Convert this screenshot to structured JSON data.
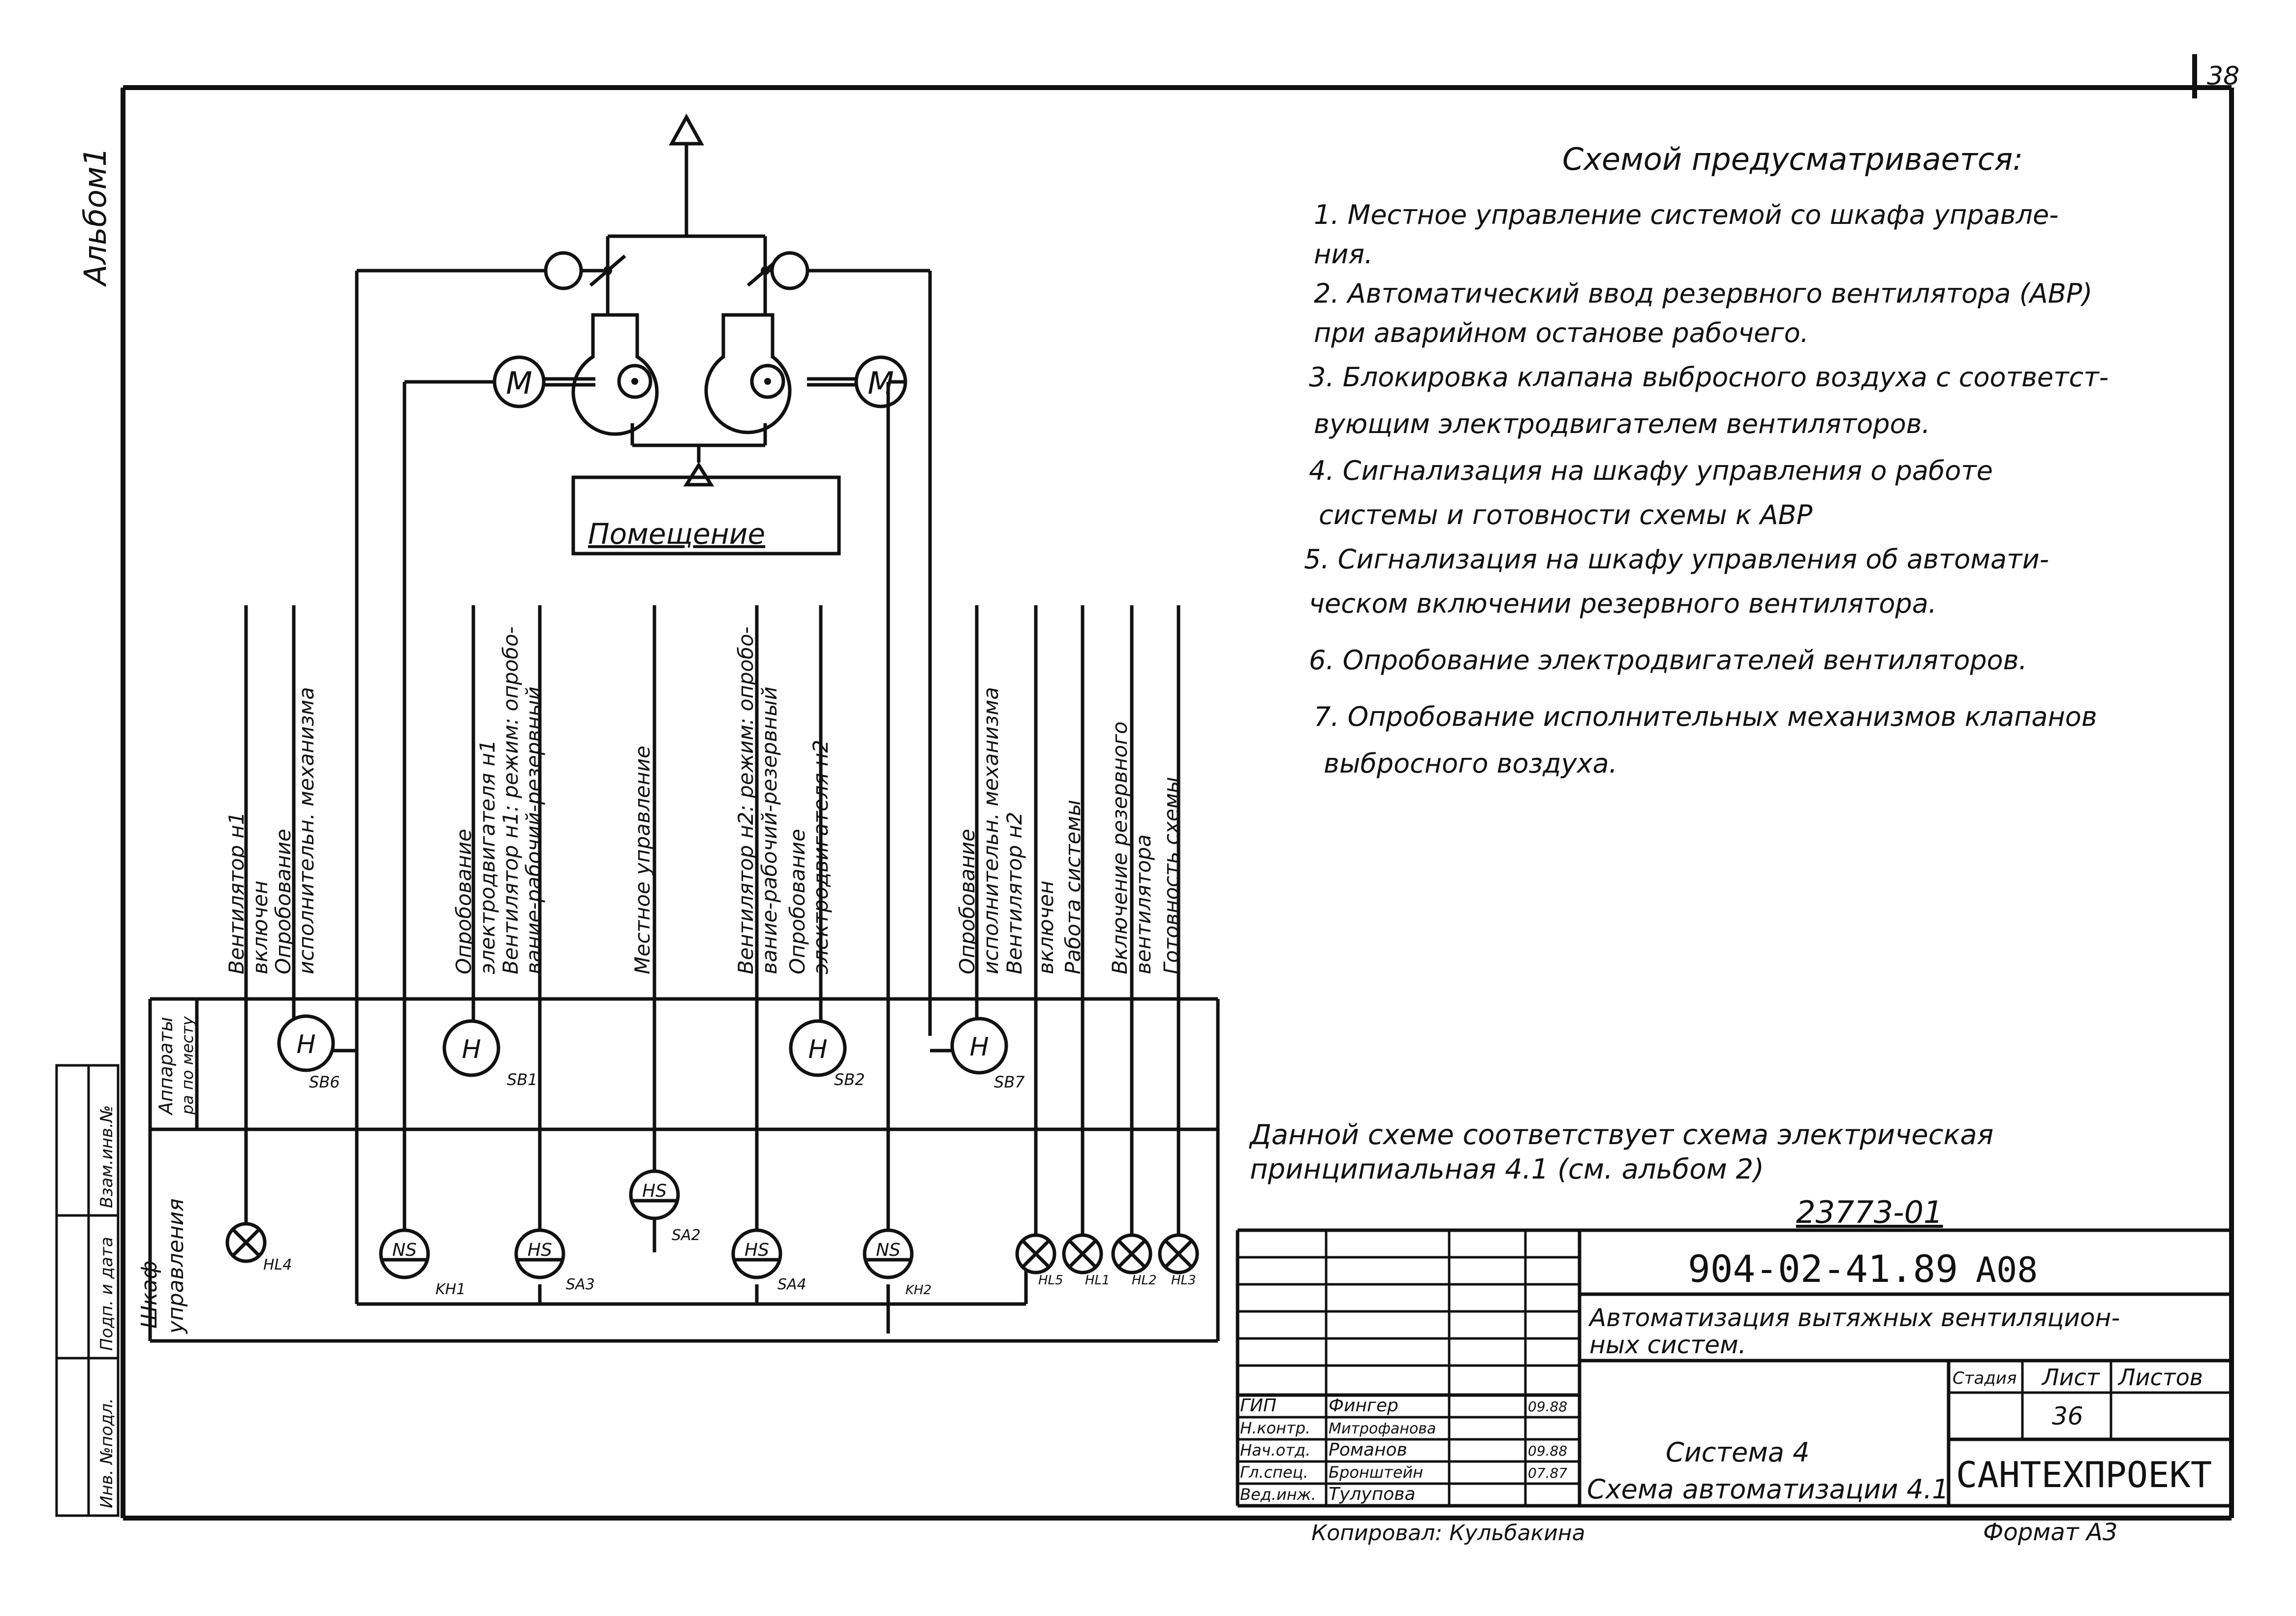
{
  "sheet": {
    "page_number": "38",
    "album_label": "Альбом1",
    "copied_by": "Копировал: Кульбакина",
    "format": "Формат А3"
  },
  "left_stamp": [
    "Инв. №подл.",
    "Подп. и дата",
    "Взам.инв.№"
  ],
  "scheme": {
    "room_label": "Помещение",
    "motor_symbol": "М"
  },
  "signal_labels": {
    "s1": [
      "Вентилятор н1",
      "включен",
      "Опробование",
      "исполнительн. механизма"
    ],
    "s2": [
      "Опробование",
      "электродвигателя н1",
      "Вентилятор н1: режим: опробо-",
      "вание-рабочий-резервный"
    ],
    "s3": [
      "Местное управление"
    ],
    "s4": [
      "Вентилятор н2: режим: опробо-",
      "вание-рабочий-резервный",
      "Опробование",
      "электродвигателя н2"
    ],
    "s5": [
      "Опробование",
      "исполнительн. механизма",
      "Вентилятор н2",
      "включен",
      "Работа системы"
    ],
    "s6": [
      "Включение резервного",
      "вентилятора",
      "Готовность схемы"
    ]
  },
  "row_labels": {
    "apparatus": [
      "Аппараты",
      "ра по месту"
    ],
    "cabinet": [
      "Шкаф",
      "управления"
    ]
  },
  "devices": {
    "button_symbol": "Н",
    "switch_hs": "HS",
    "switch_ns": "NS",
    "sb6": "SB6",
    "sb1": "SB1",
    "sb2": "SB2",
    "sb7": "SB7",
    "sa2": "SA2",
    "sa3": "SA3",
    "sa4": "SA4",
    "kh1": "KH1",
    "kh2": "KH2",
    "hl4": "HL4",
    "hl5": "HL5",
    "hl1": "HL1",
    "hl2": "HL2",
    "hl3": "HL3"
  },
  "notes": {
    "heading": "Схемой предусматривается:",
    "lines": [
      "1. Местное управление системой со шкафа управле-",
      "ния.",
      "2. Автоматический ввод резервного вентилятора (АВР)",
      "при аварийном останове рабочего.",
      "3. Блокировка клапана выбросного воздуха с соответст-",
      "вующим электродвигателем вентиляторов.",
      "4. Сигнализация на шкафу управления о работе",
      "системы и готовности схемы к АВР",
      "5. Сигнализация на шкафу управления об автомати-",
      "ческом включении резервного вентилятора.",
      "6. Опробование электродвигателей вентиляторов.",
      "7. Опробование исполнительных механизмов клапанов",
      "выбросного воздуха."
    ],
    "correspondence": [
      "Данной схеме соответствует схема электрическая",
      "принципиальная 4.1          (см. альбом 2)"
    ],
    "ref_number": "23773-01"
  },
  "title_block": {
    "code": "904-02-41.89",
    "album": "А08",
    "project_title": [
      "Автоматизация вытяжных вентиляцион-",
      "ных систем."
    ],
    "stage_header": "Стадия",
    "sheet_header": "Лист",
    "sheets_header": "Листов",
    "sheet_value": "36",
    "drawing_title": [
      "Система 4",
      "Схема автоматизации 4.1"
    ],
    "organization": "САНТЕХПРОЕКТ",
    "staff": [
      {
        "role": "ГИП",
        "name": "Фингер",
        "date": "09.88"
      },
      {
        "role": "Н.контр.",
        "name": "Митрофанова",
        "date": ""
      },
      {
        "role": "Нач.отд.",
        "name": "Романов",
        "date": "09.88"
      },
      {
        "role": "Гл.спец.",
        "name": "Бронштейн",
        "date": "07.87"
      },
      {
        "role": "Вед.инж.",
        "name": "Тулупова",
        "date": ""
      }
    ]
  }
}
